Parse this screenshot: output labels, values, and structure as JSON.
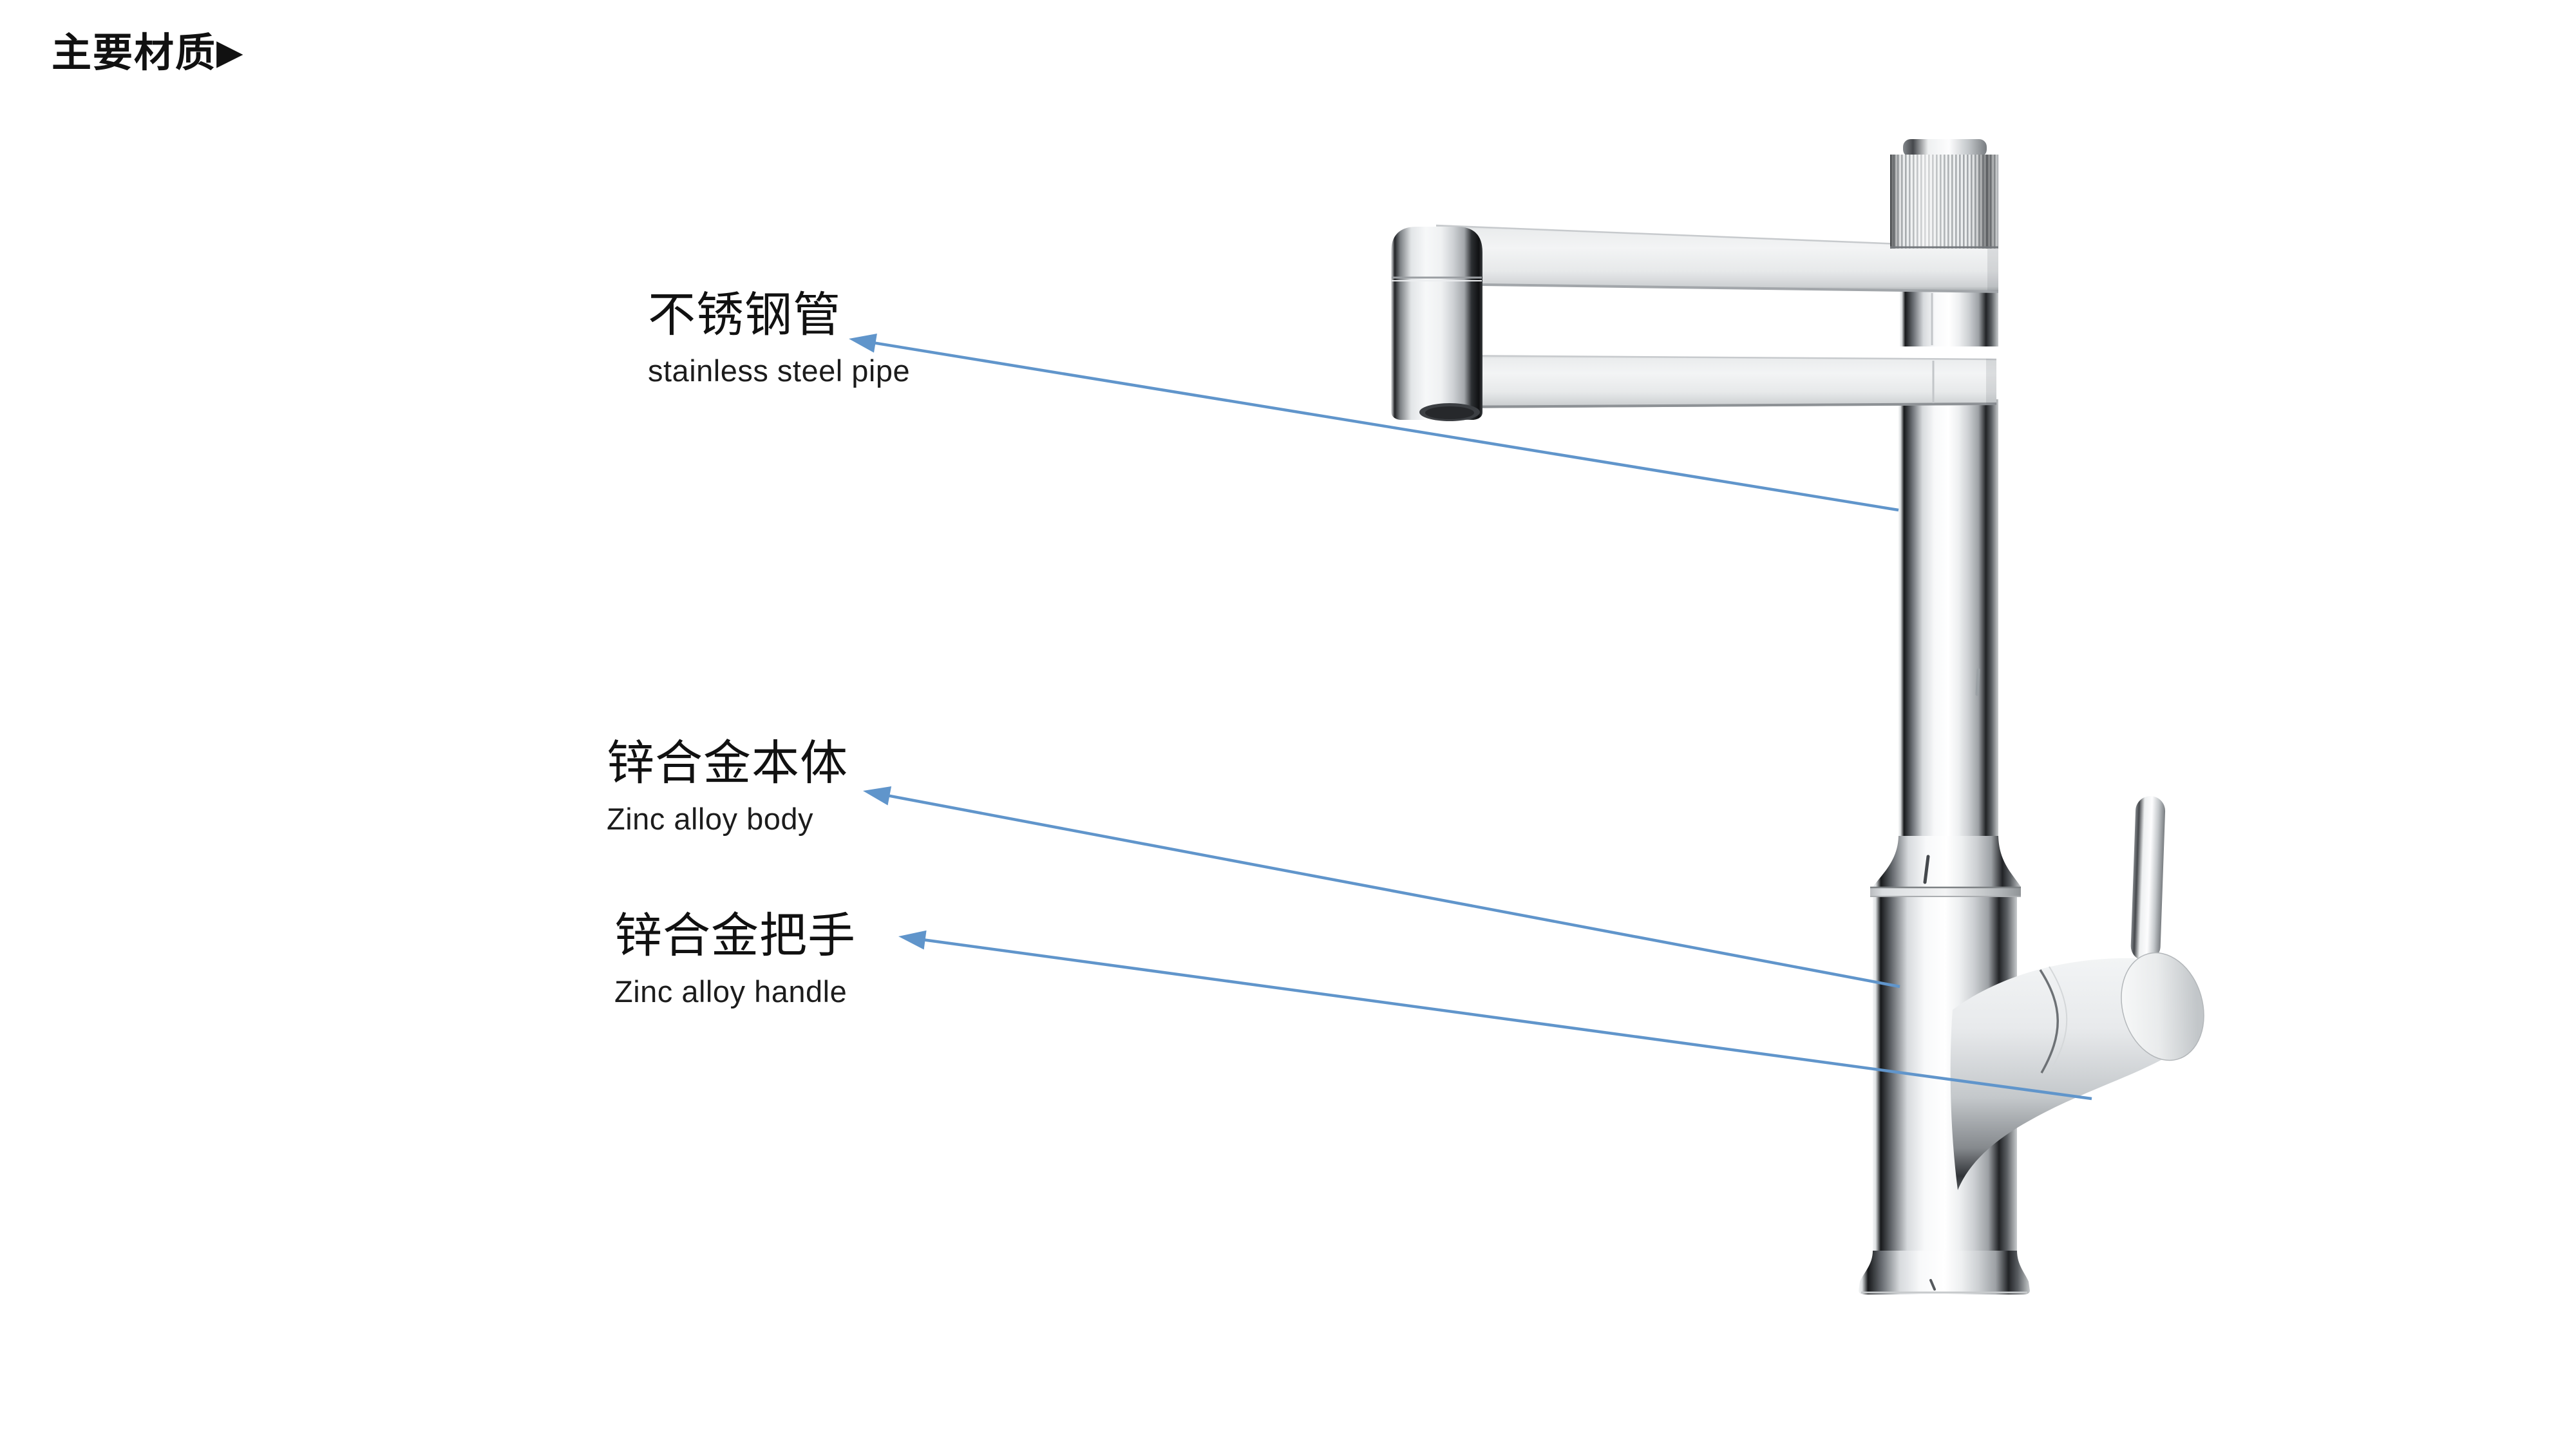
{
  "title": {
    "text": "主要材质",
    "pointer": "▶"
  },
  "figure": {
    "name": "kitchen-faucet-chrome-render"
  },
  "callouts": {
    "pipe": {
      "zh": "不锈钢管",
      "en": "stainless steel pipe"
    },
    "body": {
      "zh": "锌合金本体",
      "en": "Zinc alloy body"
    },
    "handle": {
      "zh": "锌合金把手",
      "en": "Zinc alloy handle"
    }
  },
  "colors": {
    "background": "#ffffff",
    "text": "#111111",
    "arrow": "#6095cb",
    "chrome_highlight": "#ffffff",
    "chrome_shadow": "#17191b"
  }
}
